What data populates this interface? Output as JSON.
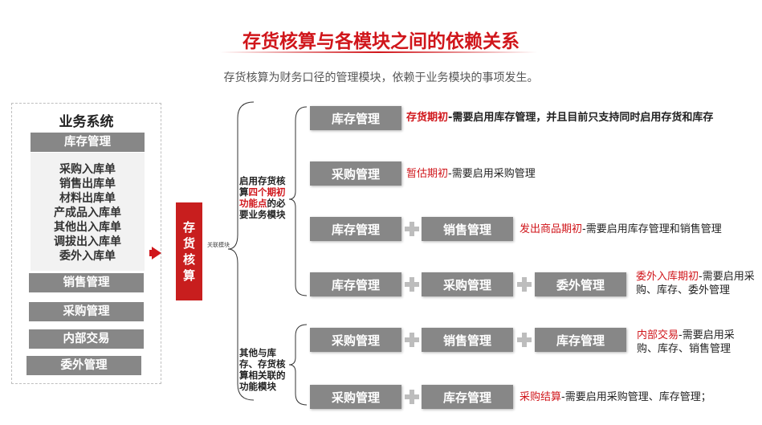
{
  "title": "存货核算与各模块之间的依赖关系",
  "subtitle": "存货核算为财务口径的管理模块，依赖于业务模块的事项发生。",
  "business_system": {
    "title": "业务系统",
    "inventory_label": "库存管理",
    "documents": [
      "采购入库单",
      "销售出库单",
      "材料出库单",
      "产成品入库单",
      "其他出入库单",
      "调拔出入库单",
      "委外入库单"
    ],
    "modules": [
      "销售管理",
      "采购管理",
      "内部交易",
      "委外管理"
    ]
  },
  "core": {
    "label": "存货核算",
    "relation_label": "关联模块"
  },
  "group_top": {
    "prefix": "启用存货核算",
    "highlight": "四个期初功能点",
    "suffix": "的必要业务模块"
  },
  "group_bottom": {
    "text": "其他与库存、存货核算相关联的功能模块"
  },
  "rows": [
    {
      "modules": [
        "库存管理"
      ],
      "highlight": "存货期初",
      "description": "-需要启用库存管理，并且目前只支持同时启用存货和库存"
    },
    {
      "modules": [
        "采购管理"
      ],
      "highlight": "暂估期初",
      "description": "-需要启用采购管理"
    },
    {
      "modules": [
        "库存管理",
        "销售管理"
      ],
      "highlight": "发出商品期初",
      "description": "-需要启用库存管理和销售管理"
    },
    {
      "modules": [
        "库存管理",
        "采购管理",
        "委外管理"
      ],
      "highlight": "委外入库期初",
      "description": "-需要启用采购、库存、委外管理"
    },
    {
      "modules": [
        "采购管理",
        "销售管理",
        "库存管理"
      ],
      "highlight": "内部交易",
      "description": "-需要启用采购、库存、销售管理"
    },
    {
      "modules": [
        "采购管理",
        "库存管理"
      ],
      "highlight": "采购结算",
      "description": "-需要启用采购管理、库存管理；"
    }
  ]
}
